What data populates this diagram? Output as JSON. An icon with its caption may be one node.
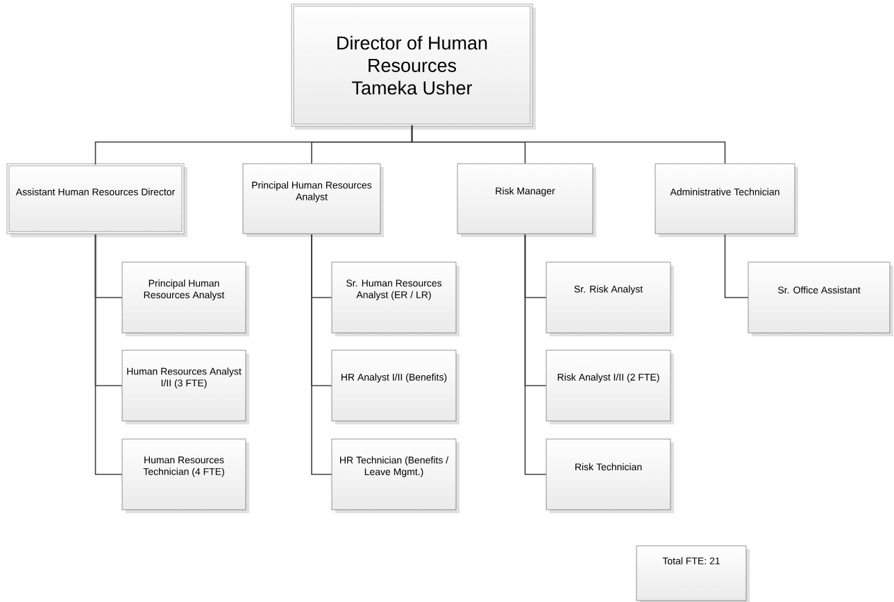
{
  "diagram": {
    "nodes": [
      {
        "text": [
          "Director of Human Resources",
          "Tameka Usher"
        ]
      },
      {
        "text": [
          "Assistant Human Resources Director"
        ]
      },
      {
        "text": [
          "Principal Human Resources Analyst"
        ]
      },
      {
        "text": [
          "Risk Manager"
        ]
      },
      {
        "text": [
          "Administrative Technician"
        ]
      },
      {
        "text": [
          "Principal Human Resources Analyst"
        ]
      },
      {
        "text": [
          "Human Resources Analyst I/II (3 FTE)"
        ]
      },
      {
        "text": [
          "Human Resources Technician (4 FTE)"
        ]
      },
      {
        "text": [
          "Sr. Human Resources Analyst (ER / LR)"
        ]
      },
      {
        "text": [
          "HR Analyst I/II (Benefits)"
        ]
      },
      {
        "text": [
          "HR Technician (Benefits / Leave Mgmt.)"
        ]
      },
      {
        "text": [
          "Sr. Risk Analyst"
        ]
      },
      {
        "text": [
          "Risk Analyst I/II (2 FTE)"
        ]
      },
      {
        "text": [
          "Risk Technician"
        ]
      },
      {
        "text": [
          "Sr. Office Assistant"
        ]
      },
      {
        "text": [
          "Total FTE: 21"
        ]
      }
    ],
    "edges": [
      {
        "from": 0,
        "to": 1,
        "arrow": "none"
      },
      {
        "from": 0,
        "to": 2,
        "arrow": "none"
      },
      {
        "from": 0,
        "to": 3,
        "arrow": "none"
      },
      {
        "from": 0,
        "to": 4,
        "arrow": "none"
      },
      {
        "from": 1,
        "to": 5,
        "arrow": "none"
      },
      {
        "from": 1,
        "to": 6,
        "arrow": "none"
      },
      {
        "from": 1,
        "to": 7,
        "arrow": "none"
      },
      {
        "from": 2,
        "to": 8,
        "arrow": "none"
      },
      {
        "from": 2,
        "to": 9,
        "arrow": "none"
      },
      {
        "from": 2,
        "to": 10,
        "arrow": "none"
      },
      {
        "from": 3,
        "to": 11,
        "arrow": "none"
      },
      {
        "from": 3,
        "to": 12,
        "arrow": "none"
      },
      {
        "from": 3,
        "to": 13,
        "arrow": "none"
      },
      {
        "from": 4,
        "to": 14,
        "arrow": "none"
      }
    ]
  }
}
